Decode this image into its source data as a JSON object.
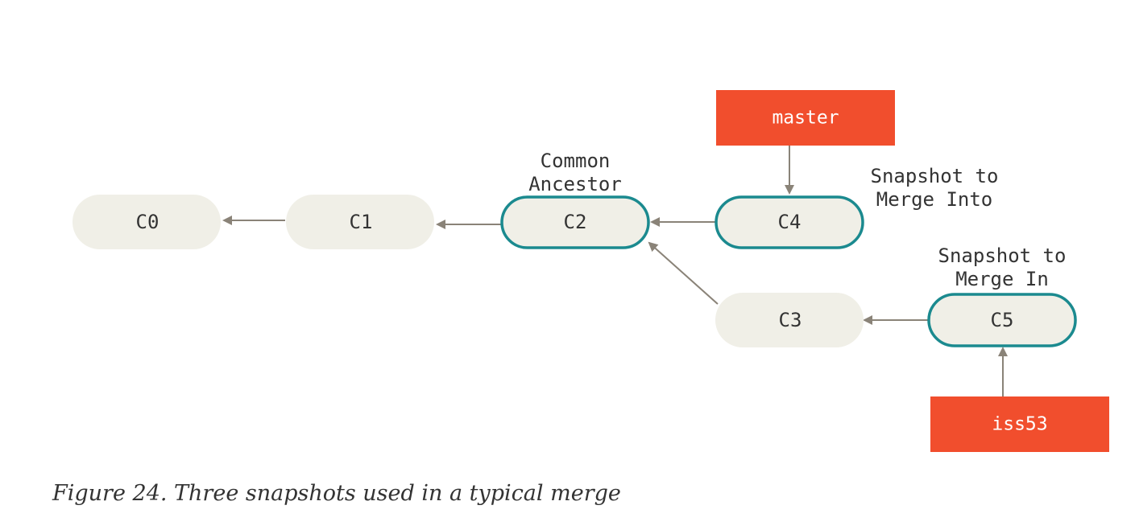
{
  "colors": {
    "commit_fill": "#f0efe7",
    "highlight_stroke": "#1b8a8f",
    "branch_fill": "#f14e2d",
    "arrow": "#8a8378",
    "text": "#333333",
    "branch_text": "#ffffff"
  },
  "commits": {
    "c0": "C0",
    "c1": "C1",
    "c2": "C2",
    "c3": "C3",
    "c4": "C4",
    "c5": "C5"
  },
  "branches": {
    "master": "master",
    "iss53": "iss53"
  },
  "labels": {
    "common_ancestor": [
      "Common",
      "Ancestor"
    ],
    "merge_into": [
      "Snapshot to",
      "Merge Into"
    ],
    "merge_in": [
      "Snapshot to",
      "Merge In"
    ]
  },
  "caption": "Figure 24. Three snapshots used in a typical merge"
}
